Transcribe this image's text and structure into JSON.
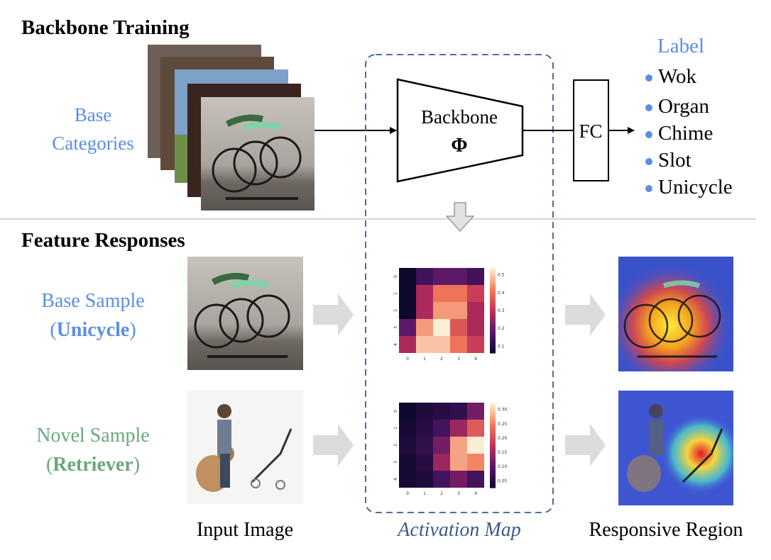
{
  "sections": {
    "top_heading": "Backbone Training",
    "bottom_heading": "Feature Responses"
  },
  "base_categories": {
    "line1": "Base",
    "line2": "Categories"
  },
  "backbone": {
    "label": "Backbone",
    "symbol": "Φ"
  },
  "fc": {
    "label": "FC"
  },
  "labels": {
    "title": "Label",
    "items": [
      "Wok",
      "Organ",
      "Chime",
      "Slot",
      "Unicycle"
    ]
  },
  "base_sample": {
    "line1": "Base Sample",
    "open": "(",
    "name": "Unicycle",
    "close": ")"
  },
  "novel_sample": {
    "line1": "Novel Sample",
    "open": "(",
    "name": "Retriever",
    "close": ")"
  },
  "captions": {
    "input": "Input Image",
    "activation": "Activation Map",
    "responsive": "Responsive Region"
  },
  "heatmaps": [
    {
      "name": "base",
      "ticks": [
        "0",
        "1",
        "2",
        "3",
        "4"
      ],
      "colorbar_ticks": [
        "0.5",
        "0.4",
        "0.3",
        "0.2",
        "0.1"
      ],
      "values": [
        [
          0.05,
          0.15,
          0.2,
          0.2,
          0.15
        ],
        [
          0.05,
          0.3,
          0.45,
          0.45,
          0.35
        ],
        [
          0.05,
          0.3,
          0.5,
          0.5,
          0.3
        ],
        [
          0.2,
          0.5,
          0.6,
          0.4,
          0.3
        ],
        [
          0.3,
          0.55,
          0.55,
          0.45,
          0.35
        ]
      ]
    },
    {
      "name": "novel",
      "ticks": [
        "0",
        "1",
        "2",
        "3",
        "4"
      ],
      "colorbar_ticks": [
        "0.30",
        "0.25",
        "0.20",
        "0.15",
        "0.10",
        "0.05"
      ],
      "values": [
        [
          0.02,
          0.04,
          0.05,
          0.06,
          0.12
        ],
        [
          0.03,
          0.05,
          0.08,
          0.15,
          0.22
        ],
        [
          0.04,
          0.06,
          0.12,
          0.28,
          0.33
        ],
        [
          0.03,
          0.05,
          0.15,
          0.28,
          0.26
        ],
        [
          0.03,
          0.04,
          0.08,
          0.12,
          0.08
        ]
      ]
    }
  ],
  "colors": {
    "blue_text": "#5b8ee6",
    "green_text": "#6aa87b",
    "dashed_box": "#3c5a8c",
    "gray_arrow": "#dcdcdc",
    "divider": "#c8c8c8"
  }
}
